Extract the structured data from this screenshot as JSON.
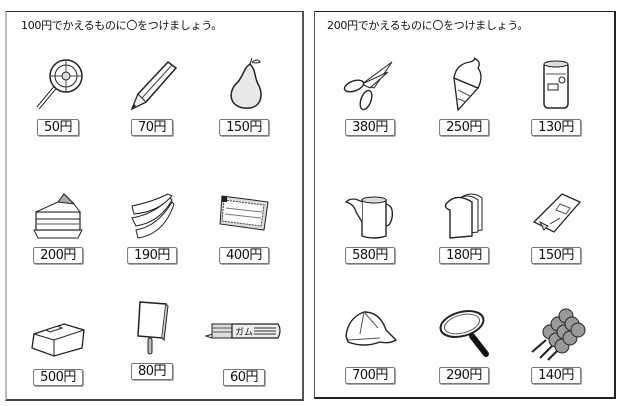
{
  "worksheets": [
    {
      "title": "100円でかえるものに〇をつけましょう。",
      "items": [
        {
          "name": "lollipop",
          "icon": "lollipop-icon",
          "price": "50円"
        },
        {
          "name": "pencil",
          "icon": "pencil-icon",
          "price": "70円"
        },
        {
          "name": "pear",
          "icon": "pear-icon",
          "price": "150円"
        },
        {
          "name": "cake",
          "icon": "cake-icon",
          "price": "200円"
        },
        {
          "name": "banana",
          "icon": "banana-icon",
          "price": "190円"
        },
        {
          "name": "paints",
          "icon": "paint-set-icon",
          "price": "400円"
        },
        {
          "name": "book",
          "icon": "book-icon",
          "price": "500円"
        },
        {
          "name": "popsicle",
          "icon": "popsicle-icon",
          "price": "80円"
        },
        {
          "name": "gum",
          "icon": "gum-icon",
          "price": "60円",
          "label": "ガム"
        }
      ]
    },
    {
      "title": "200円でかえるものに〇をつけましょう。",
      "items": [
        {
          "name": "scissors",
          "icon": "scissors-icon",
          "price": "380円"
        },
        {
          "name": "ice-cream",
          "icon": "ice-cream-icon",
          "price": "250円"
        },
        {
          "name": "can",
          "icon": "can-icon",
          "price": "130円"
        },
        {
          "name": "kettle",
          "icon": "kettle-icon",
          "price": "580円"
        },
        {
          "name": "bread",
          "icon": "bread-icon",
          "price": "180円"
        },
        {
          "name": "snack-pack",
          "icon": "snack-pack-icon",
          "price": "150円"
        },
        {
          "name": "cap",
          "icon": "cap-icon",
          "price": "700円"
        },
        {
          "name": "magnifier",
          "icon": "magnifying-glass-icon",
          "price": "290円"
        },
        {
          "name": "dango",
          "icon": "dango-icon",
          "price": "140円"
        }
      ]
    }
  ]
}
